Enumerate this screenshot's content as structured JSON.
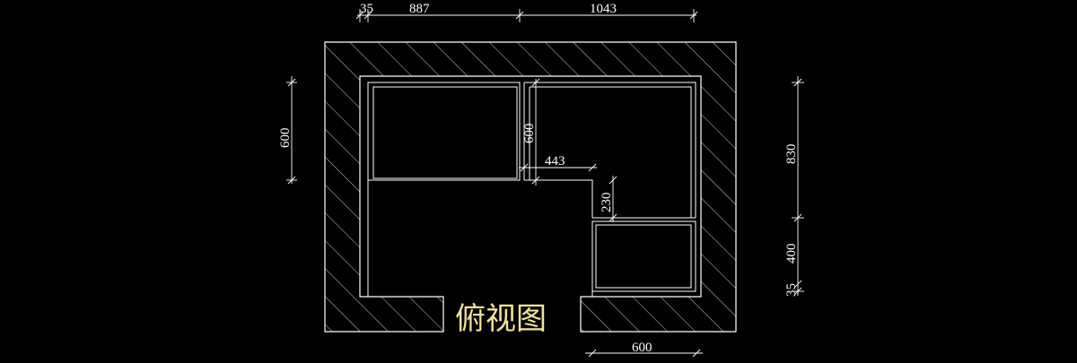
{
  "title": "俯视图",
  "dimensions": {
    "top_35": "35",
    "top_887": "887",
    "top_1043": "1043",
    "left_600": "600",
    "mid_600": "600",
    "mid_443": "443",
    "mid_230": "230",
    "right_830": "830",
    "right_400": "400",
    "right_35": "35",
    "bottom_600": "600"
  },
  "colors": {
    "background": "#000000",
    "lines": "#ffffff",
    "title": "#f3e39a"
  }
}
